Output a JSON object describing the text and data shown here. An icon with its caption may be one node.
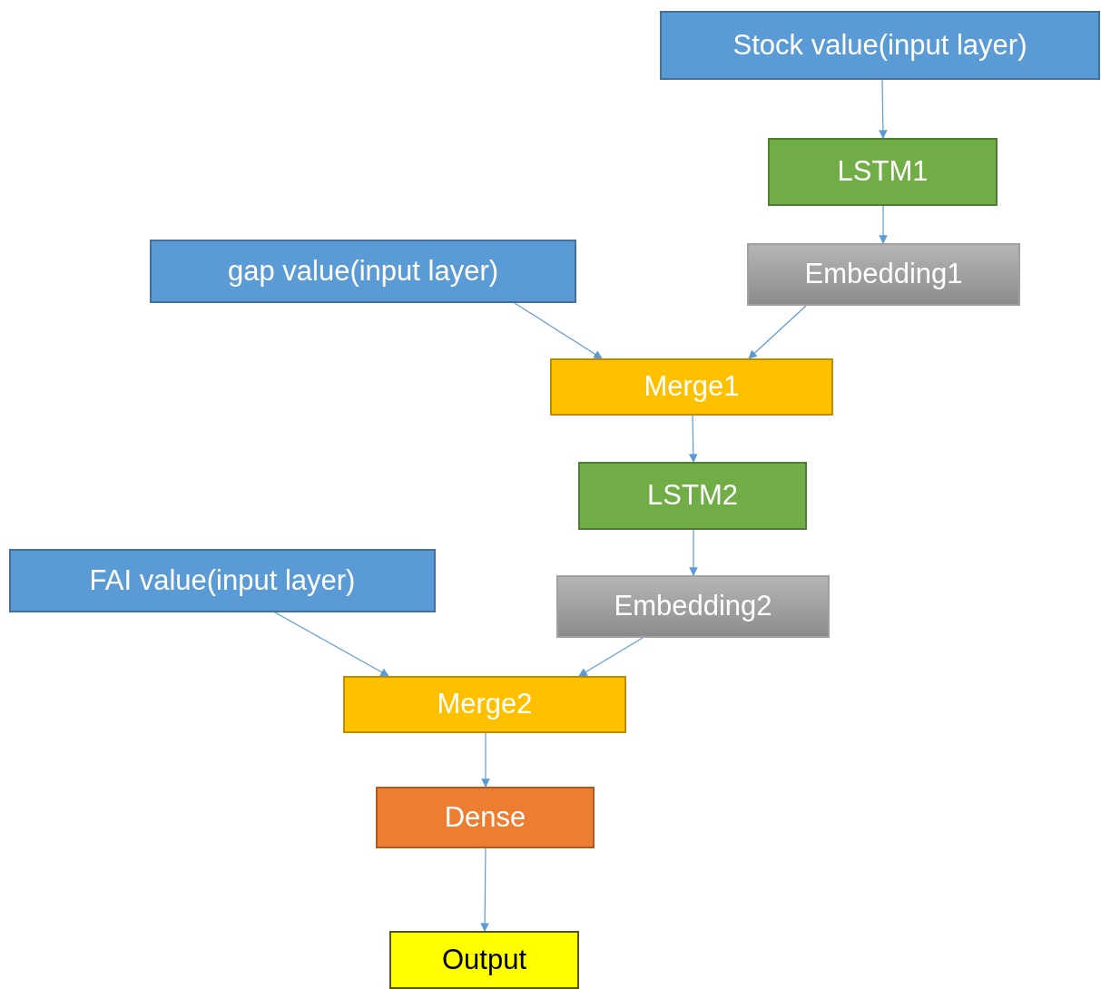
{
  "diagram": {
    "nodes": [
      {
        "text": [
          "Stock value(input layer)"
        ]
      },
      {
        "text": [
          "LSTM1"
        ]
      },
      {
        "text": [
          "gap value(input layer)"
        ]
      },
      {
        "text": [
          "Embedding1"
        ]
      },
      {
        "text": [
          "Merge1"
        ]
      },
      {
        "text": [
          "LSTM2"
        ]
      },
      {
        "text": [
          "FAI value(input layer)"
        ]
      },
      {
        "text": [
          "Embedding2"
        ]
      },
      {
        "text": [
          "Merge2"
        ]
      },
      {
        "text": [
          "Dense"
        ]
      },
      {
        "text": [
          "Output"
        ]
      }
    ],
    "edges": [
      {
        "from": 0,
        "to": 1,
        "arrow": "to"
      },
      {
        "from": 1,
        "to": 3,
        "arrow": "to"
      },
      {
        "from": 2,
        "to": 4,
        "arrow": "to"
      },
      {
        "from": 3,
        "to": 4,
        "arrow": "to"
      },
      {
        "from": 4,
        "to": 5,
        "arrow": "to"
      },
      {
        "from": 5,
        "to": 7,
        "arrow": "to"
      },
      {
        "from": 6,
        "to": 8,
        "arrow": "to"
      },
      {
        "from": 7,
        "to": 8,
        "arrow": "to"
      },
      {
        "from": 8,
        "to": 9,
        "arrow": "to"
      },
      {
        "from": 9,
        "to": 10,
        "arrow": "to"
      }
    ]
  }
}
